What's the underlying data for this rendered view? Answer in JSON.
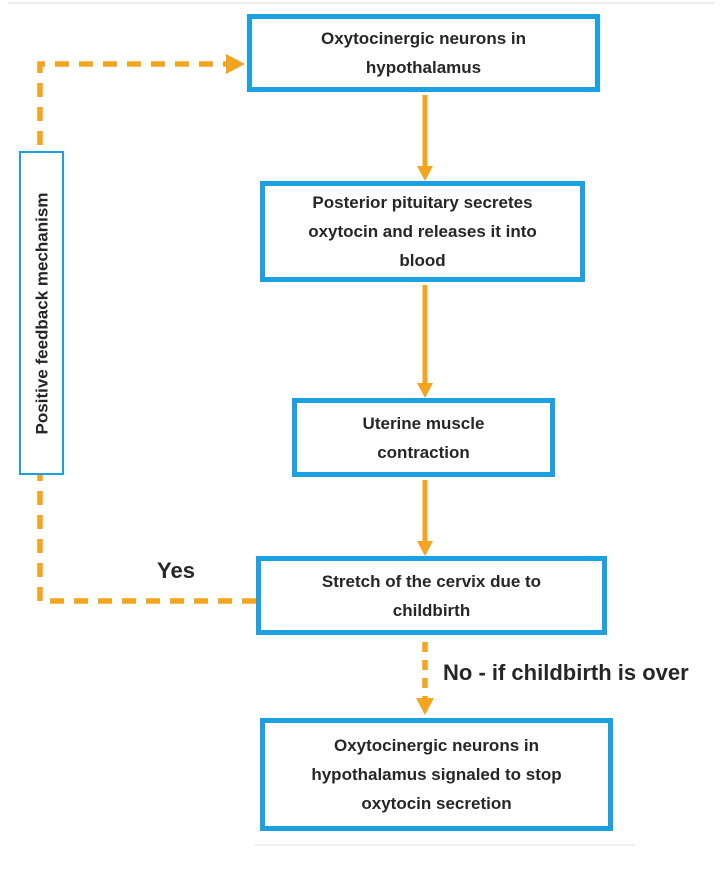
{
  "diagram": {
    "type": "flowchart",
    "topic": "Positive feedback mechanism of oxytocin during childbirth",
    "colors": {
      "box_border": "#1BA0E2",
      "arrow": "#F5A41F",
      "text": "#262626",
      "background": "#FFFFFF"
    },
    "nodes": {
      "hypothalamus": "Oxytocinergic neurons in hypothalamus",
      "pituitary": "Posterior pituitary secretes oxytocin and releases it into blood",
      "uterine_contraction": "Uterine muscle contraction",
      "cervix_stretch": "Stretch of the cervix due to childbirth",
      "stop_secretion": "Oxytocinergic neurons in hypothalamus signaled to stop oxytocin secretion",
      "feedback_label": "Positive feedback mechanism"
    },
    "branches": {
      "yes": "Yes",
      "no": "No - if childbirth is over"
    }
  }
}
